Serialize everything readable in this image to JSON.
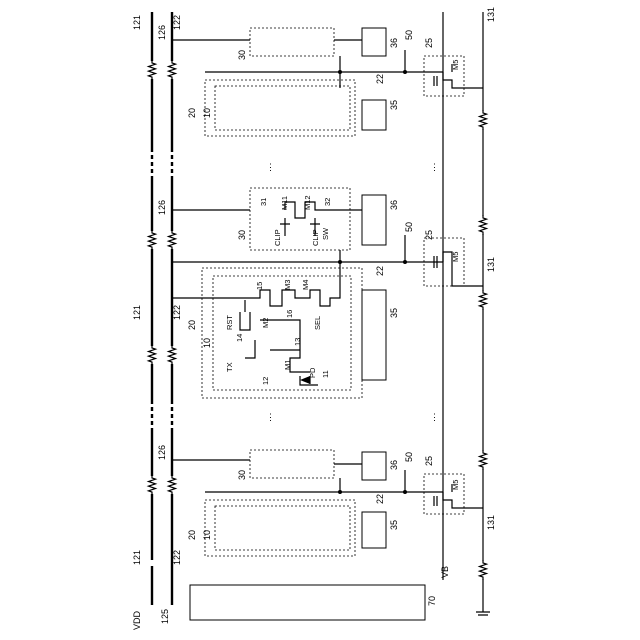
{
  "supply": {
    "vdd": "VDD",
    "wire_125": "125",
    "wire_121": "121",
    "wire_122": "122",
    "wire_126": "126"
  },
  "blocks": {
    "row_20": "20",
    "pixel_10": "10",
    "block_30": "30",
    "block_35": "35",
    "block_36": "36",
    "line_22": "22",
    "line_50": "50",
    "block_25": "25",
    "circuit_70": "70",
    "bus_vb": "VB",
    "wire_131": "131"
  },
  "pixel_detail": {
    "tx": "TX",
    "rst": "RST",
    "sel": "SEL",
    "pd": "PD",
    "m1": "M1",
    "m2": "M2",
    "m3": "M3",
    "m4": "M4",
    "n11": "11",
    "n12": "12",
    "n13": "13",
    "n14": "14",
    "n15": "15",
    "n16": "16"
  },
  "clip_detail": {
    "clip": "CLIP",
    "clip_sw": "CLIP",
    "sw": "SW",
    "m11": "M11",
    "m12": "M12",
    "n31": "31",
    "n32": "32"
  },
  "transistor_m5": "M5",
  "ellipsis": "⋮"
}
